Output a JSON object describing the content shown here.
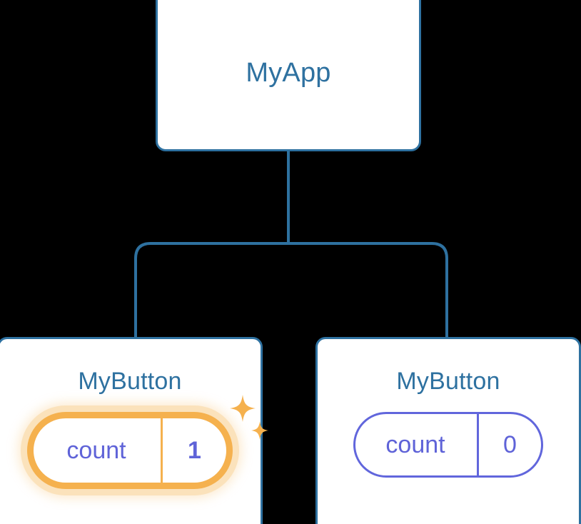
{
  "diagram": {
    "title": "component-state-tree",
    "background_color": "#000000",
    "node_border_color": "#2e71a0",
    "node_fill_color": "#ffffff",
    "title_text_color": "#2e71a0",
    "connector_color": "#2e71a0",
    "state_idle_color": "#6166dc",
    "state_text_color": "#5f63d8",
    "state_highlight_color": "#f5b14e",
    "state_glow_color": "#fbe2bb",
    "sparkle_color": "#f5b14e"
  },
  "root": {
    "label": "MyApp"
  },
  "children": [
    {
      "label": "MyButton",
      "state": {
        "key": "count",
        "value": "1"
      },
      "highlighted": true,
      "sparkle_large": "sparkle-icon",
      "sparkle_small": "sparkle-small-icon"
    },
    {
      "label": "MyButton",
      "state": {
        "key": "count",
        "value": "0"
      },
      "highlighted": false
    }
  ]
}
